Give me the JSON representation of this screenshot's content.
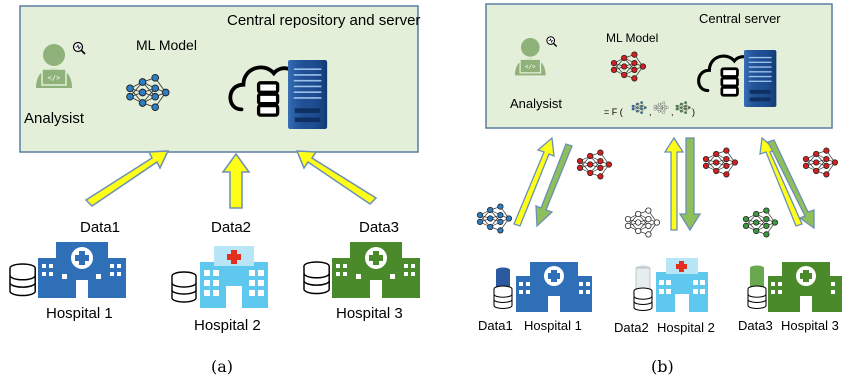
{
  "colors": {
    "panel_fill": "#e3efd9",
    "panel_border": "#5b7fa3",
    "arrow_yellow": "#fefe16",
    "arrow_green": "#8fbf5a",
    "arrow_outline": "#6b8fb5",
    "hospital_blue": "#2f6fb7",
    "hospital_green": "#4b8a2b",
    "hospital_light": "#5ec8ef",
    "cross_red": "#e2301d",
    "server_blue": "#1f4f93",
    "analyst_green": "#8fb27a",
    "net_blue": "#2c7fc5",
    "net_red": "#d61f1f",
    "net_green": "#3c9a3c",
    "net_white": "#ffffff"
  },
  "panel_a": {
    "box_title": "Central repository and server",
    "model_label": "ML Model",
    "analyst_label": "Analysist",
    "hospitals": [
      {
        "data": "Data1",
        "name": "Hospital 1",
        "style": "blue"
      },
      {
        "data": "Data2",
        "name": "Hospital 2",
        "style": "light"
      },
      {
        "data": "Data3",
        "name": "Hospital 3",
        "style": "green"
      }
    ],
    "caption": "(a)"
  },
  "panel_b": {
    "box_title": "Central server",
    "model_label": "ML Model",
    "analyst_label": "Analysist",
    "formula_prefix": "= F (",
    "formula_suffix": ")",
    "hospitals": [
      {
        "data": "Data1",
        "name": "Hospital 1",
        "style": "blue"
      },
      {
        "data": "Data2",
        "name": "Hospital 2",
        "style": "light"
      },
      {
        "data": "Data3",
        "name": "Hospital 3",
        "style": "green"
      }
    ],
    "caption": "(b)"
  }
}
